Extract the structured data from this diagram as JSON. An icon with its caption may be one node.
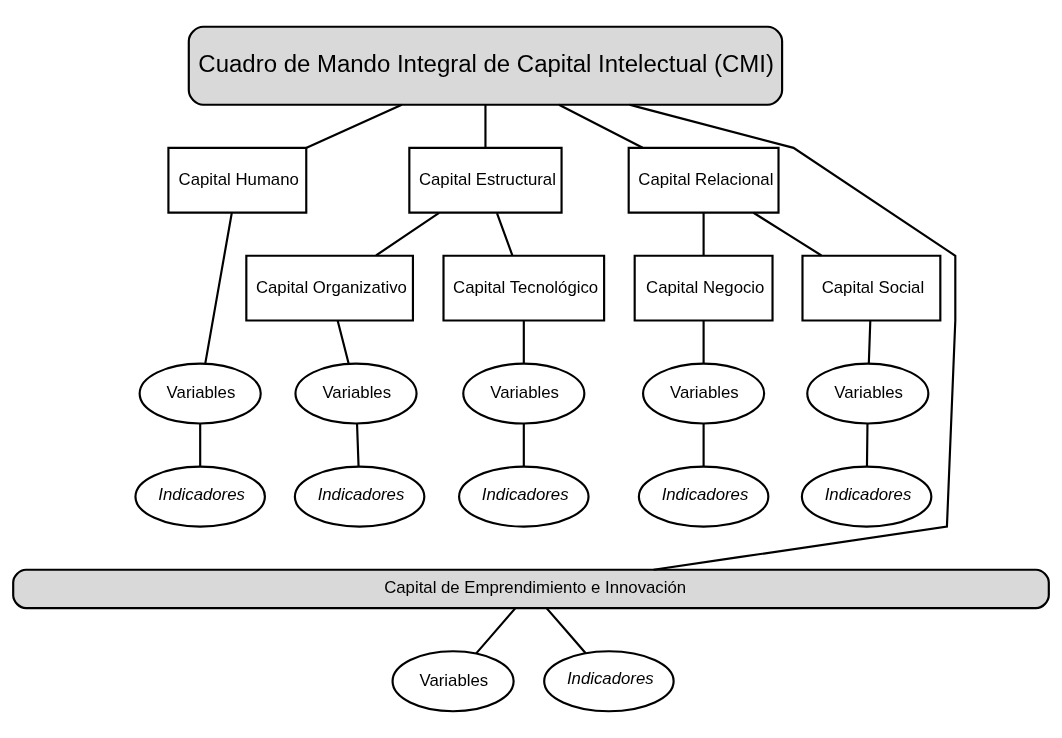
{
  "diagram": {
    "nodes": [
      {
        "text": [
          "Cuadro de Mando Integral de Capital Intelectual (CMI)"
        ]
      },
      {
        "text": [
          "Capital Humano"
        ]
      },
      {
        "text": [
          "Capital Estructural"
        ]
      },
      {
        "text": [
          "Capital Relacional"
        ]
      },
      {
        "text": [
          "Capital Organizativo"
        ]
      },
      {
        "text": [
          "Capital Tecnológico"
        ]
      },
      {
        "text": [
          "Capital Negocio"
        ]
      },
      {
        "text": [
          "Capital Social"
        ]
      },
      {
        "text": [
          "Variables"
        ]
      },
      {
        "text": [
          "Indicadores"
        ]
      },
      {
        "text": [
          "Variables"
        ]
      },
      {
        "text": [
          "Indicadores"
        ]
      },
      {
        "text": [
          "Variables"
        ]
      },
      {
        "text": [
          "Indicadores"
        ]
      },
      {
        "text": [
          "Variables"
        ]
      },
      {
        "text": [
          "Indicadores"
        ]
      },
      {
        "text": [
          "Variables"
        ]
      },
      {
        "text": [
          "Indicadores"
        ]
      },
      {
        "text": [
          "Capital de Emprendimiento e Innovación"
        ]
      },
      {
        "text": [
          "Variables"
        ]
      },
      {
        "text": [
          "Indicadores"
        ]
      }
    ],
    "edges": [
      {
        "from": 0,
        "to": 1,
        "arrow": "none"
      },
      {
        "from": 0,
        "to": 2,
        "arrow": "none"
      },
      {
        "from": 0,
        "to": 3,
        "arrow": "none"
      },
      {
        "from": 0,
        "to": 18,
        "arrow": "none"
      },
      {
        "from": 2,
        "to": 4,
        "arrow": "none"
      },
      {
        "from": 2,
        "to": 5,
        "arrow": "none"
      },
      {
        "from": 3,
        "to": 6,
        "arrow": "none"
      },
      {
        "from": 3,
        "to": 7,
        "arrow": "none"
      },
      {
        "from": 1,
        "to": 8,
        "arrow": "none"
      },
      {
        "from": 4,
        "to": 10,
        "arrow": "none"
      },
      {
        "from": 5,
        "to": 12,
        "arrow": "none"
      },
      {
        "from": 6,
        "to": 14,
        "arrow": "none"
      },
      {
        "from": 7,
        "to": 16,
        "arrow": "none"
      },
      {
        "from": 8,
        "to": 9,
        "arrow": "none"
      },
      {
        "from": 10,
        "to": 11,
        "arrow": "none"
      },
      {
        "from": 12,
        "to": 13,
        "arrow": "none"
      },
      {
        "from": 14,
        "to": 15,
        "arrow": "none"
      },
      {
        "from": 16,
        "to": 17,
        "arrow": "none"
      },
      {
        "from": 18,
        "to": 19,
        "arrow": "none"
      },
      {
        "from": 18,
        "to": 20,
        "arrow": "none"
      }
    ]
  }
}
